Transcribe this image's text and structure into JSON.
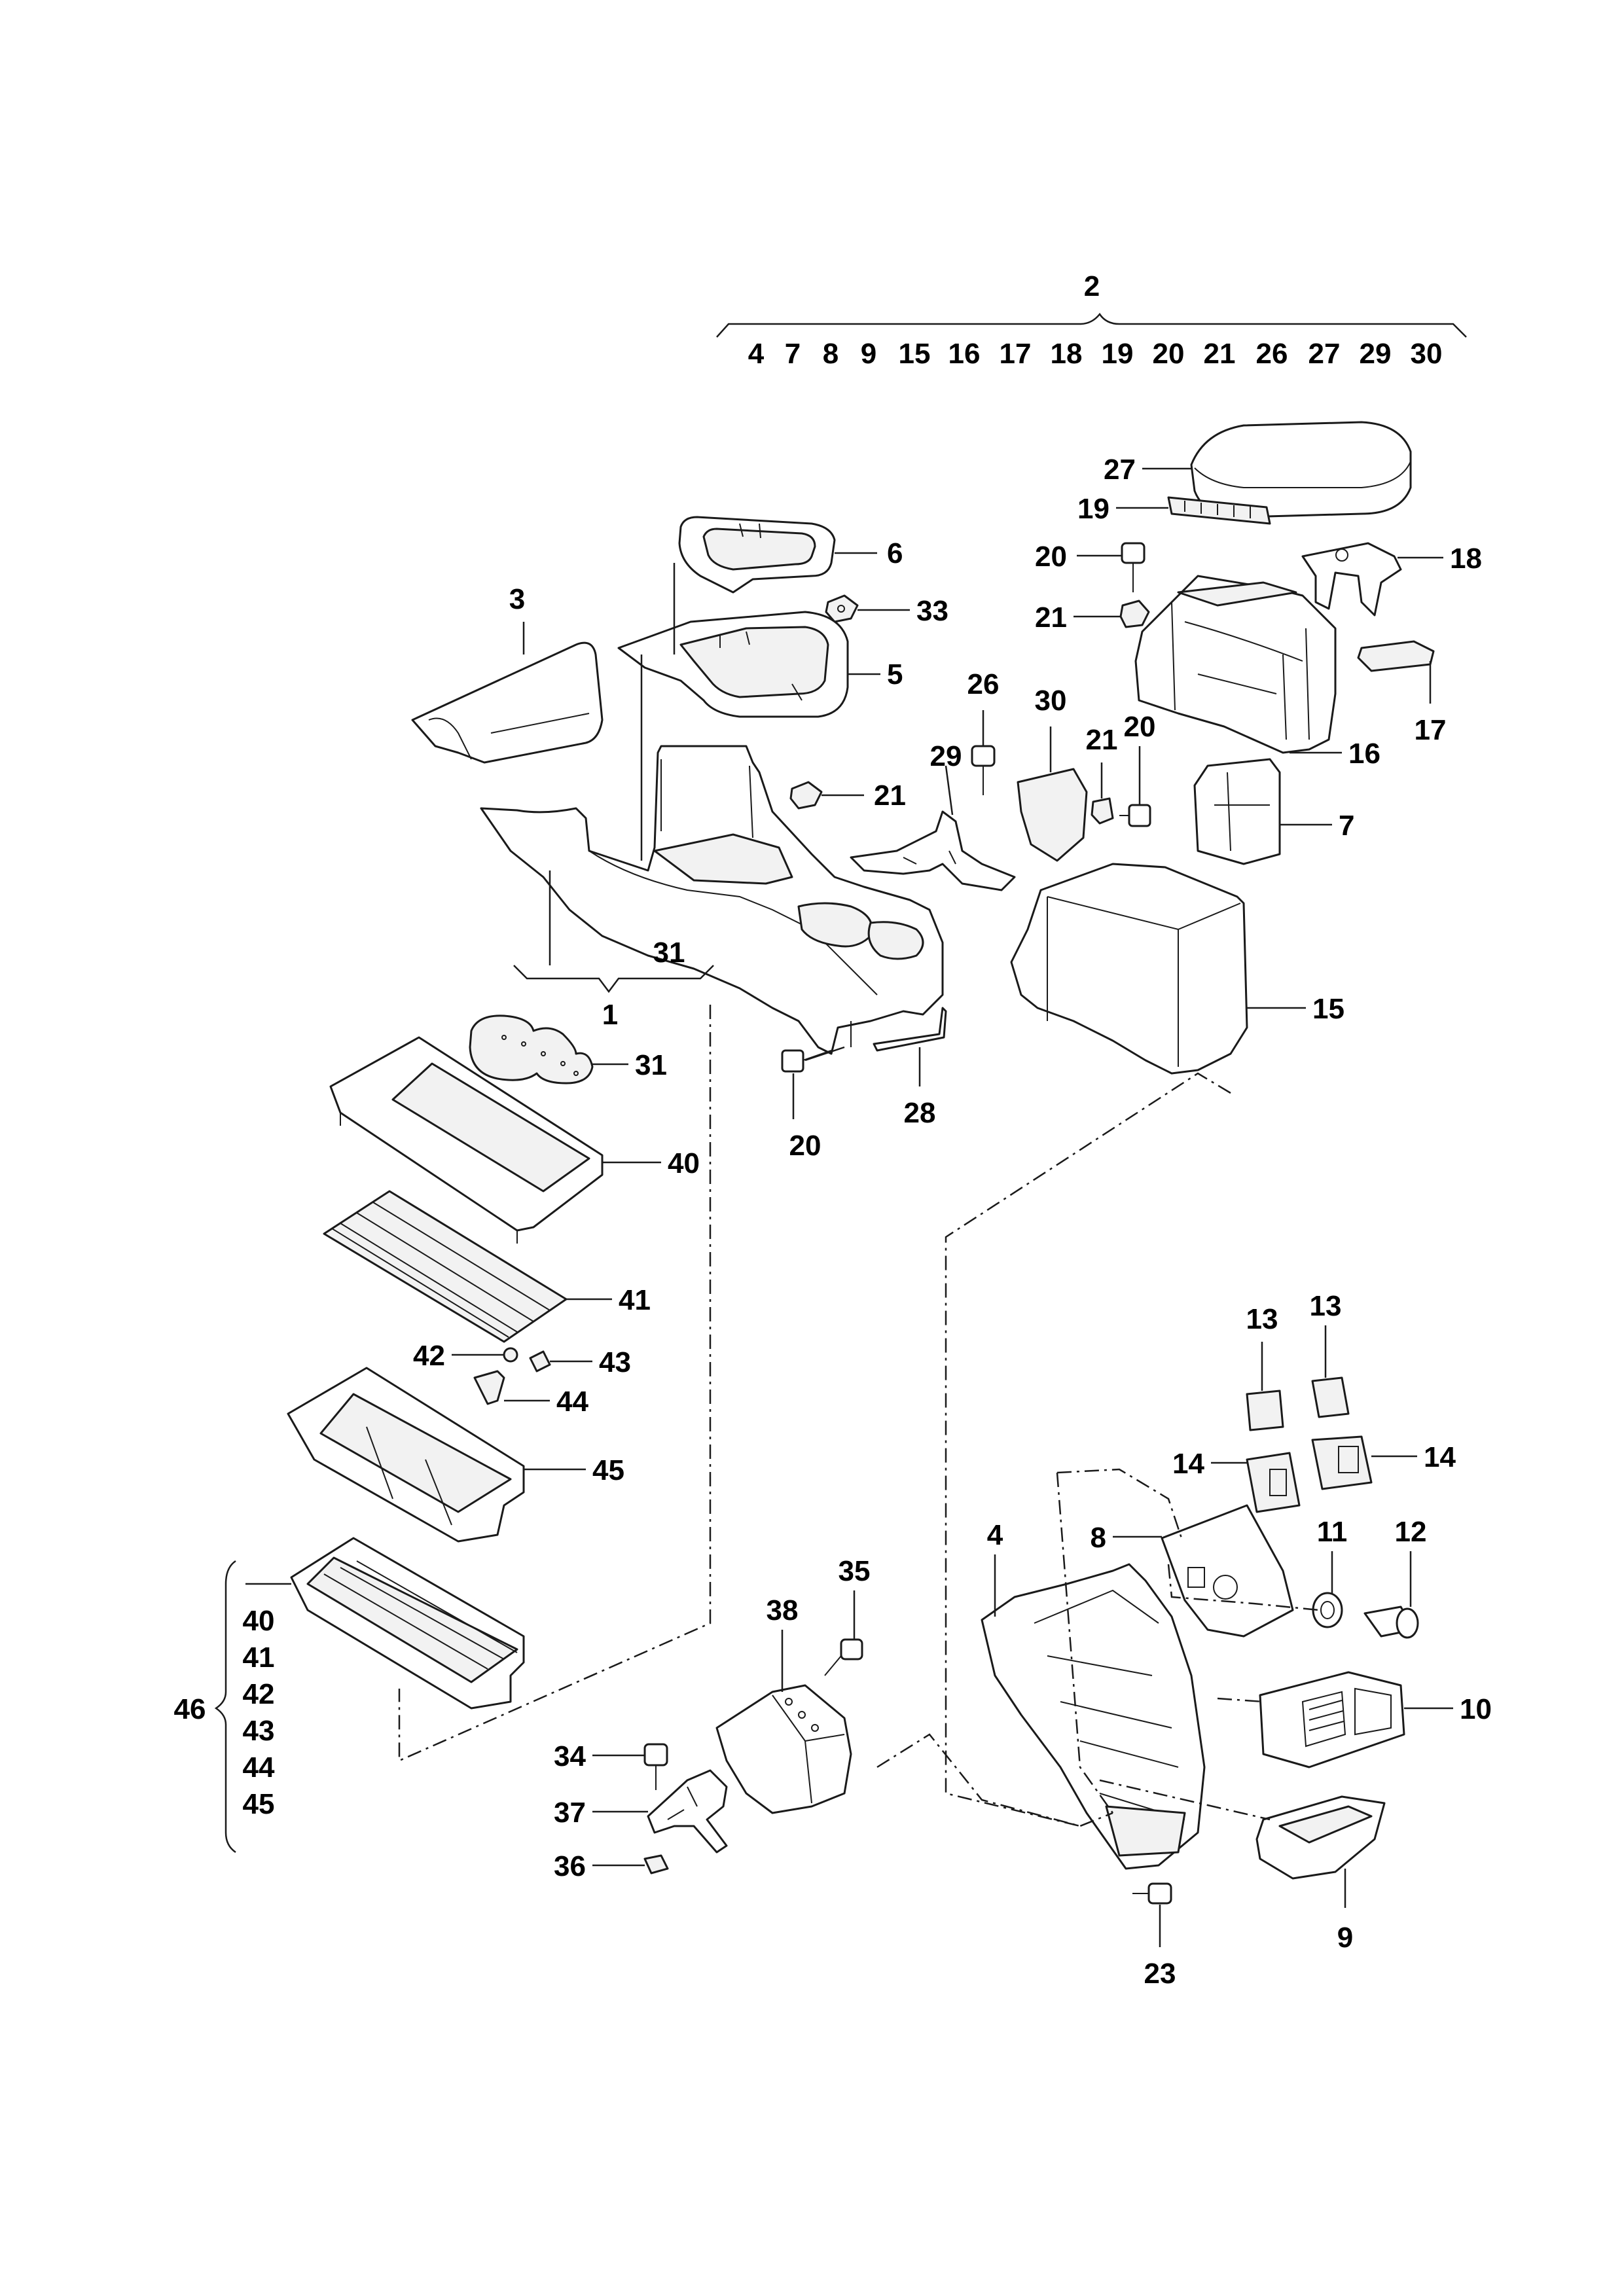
{
  "assembly_header": {
    "number": "2",
    "members": [
      "4",
      "7",
      "8",
      "9",
      "15",
      "16",
      "17",
      "18",
      "19",
      "20",
      "21",
      "26",
      "27",
      "29",
      "30"
    ]
  },
  "callouts": {
    "c1": "1",
    "c3": "3",
    "c4": "4",
    "c5": "5",
    "c6": "6",
    "c7": "7",
    "c8": "8",
    "c9": "9",
    "c10": "10",
    "c11": "11",
    "c12": "12",
    "c13a": "13",
    "c13b": "13",
    "c14a": "14",
    "c14b": "14",
    "c15": "15",
    "c16": "16",
    "c17": "17",
    "c18": "18",
    "c19": "19",
    "c20a": "20",
    "c20b": "20",
    "c20c": "20",
    "c21a": "21",
    "c21b": "21",
    "c21c": "21",
    "c23": "23",
    "c26": "26",
    "c27": "27",
    "c28": "28",
    "c29": "29",
    "c30": "30",
    "c31a": "31",
    "c31b": "31",
    "c33": "33",
    "c34": "34",
    "c35": "35",
    "c36": "36",
    "c37": "37",
    "c38": "38",
    "c40": "40",
    "c41": "41",
    "c42": "42",
    "c43": "43",
    "c44": "44",
    "c45": "45",
    "c46": "46"
  },
  "kit_46_members": [
    "40",
    "41",
    "42",
    "43",
    "44",
    "45"
  ]
}
